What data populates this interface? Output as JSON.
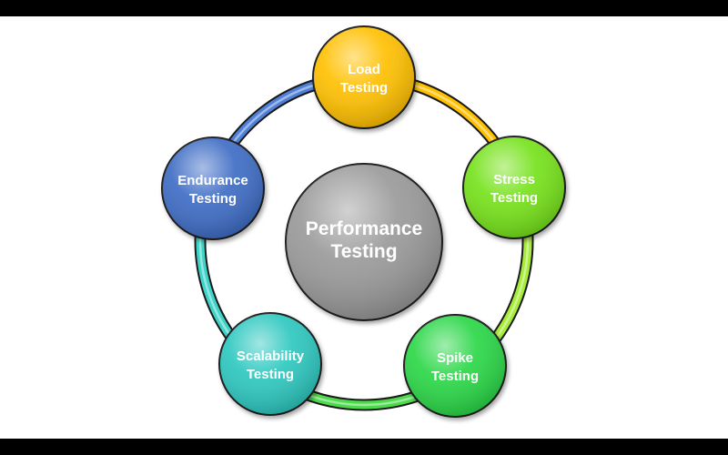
{
  "diagram": {
    "center": {
      "line1": "Performance",
      "line2": "Testing",
      "color": "#9a9a9a"
    },
    "nodes": [
      {
        "id": "load",
        "line1": "Load",
        "line2": "Testing",
        "color": "#ffc000"
      },
      {
        "id": "stress",
        "line1": "Stress",
        "line2": "Testing",
        "color": "#76e21b"
      },
      {
        "id": "spike",
        "line1": "Spike",
        "line2": "Testing",
        "color": "#2bd748"
      },
      {
        "id": "scalability",
        "line1": "Scalability",
        "line2": "Testing",
        "color": "#2ec8c0"
      },
      {
        "id": "endurance",
        "line1": "Endurance",
        "line2": "Testing",
        "color": "#3f6dc5"
      }
    ],
    "ring_colors": [
      "#ffc000",
      "#a8ec3a",
      "#4cd94a",
      "#3fd4c8",
      "#4f7fd6"
    ]
  }
}
